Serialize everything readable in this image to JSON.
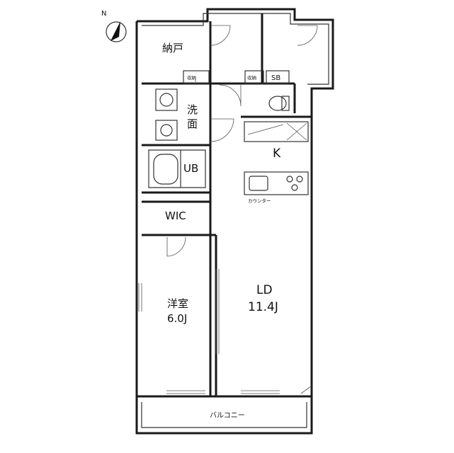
{
  "rooms": {
    "storage_closet": "納戸",
    "shunou_left": "収納",
    "shunou_right": "収納",
    "shoe_box": "SB",
    "washroom_1": "洗",
    "washroom_2": "面",
    "unit_bath": "UB",
    "kitchen": "K",
    "counter": "カウンター",
    "wic": "WIC",
    "western_room": "洋室",
    "western_room_size": "6.0J",
    "living_dining": "LD",
    "living_dining_size": "11.4J",
    "balcony": "バルコニー"
  },
  "compass": {
    "letter": "N"
  }
}
